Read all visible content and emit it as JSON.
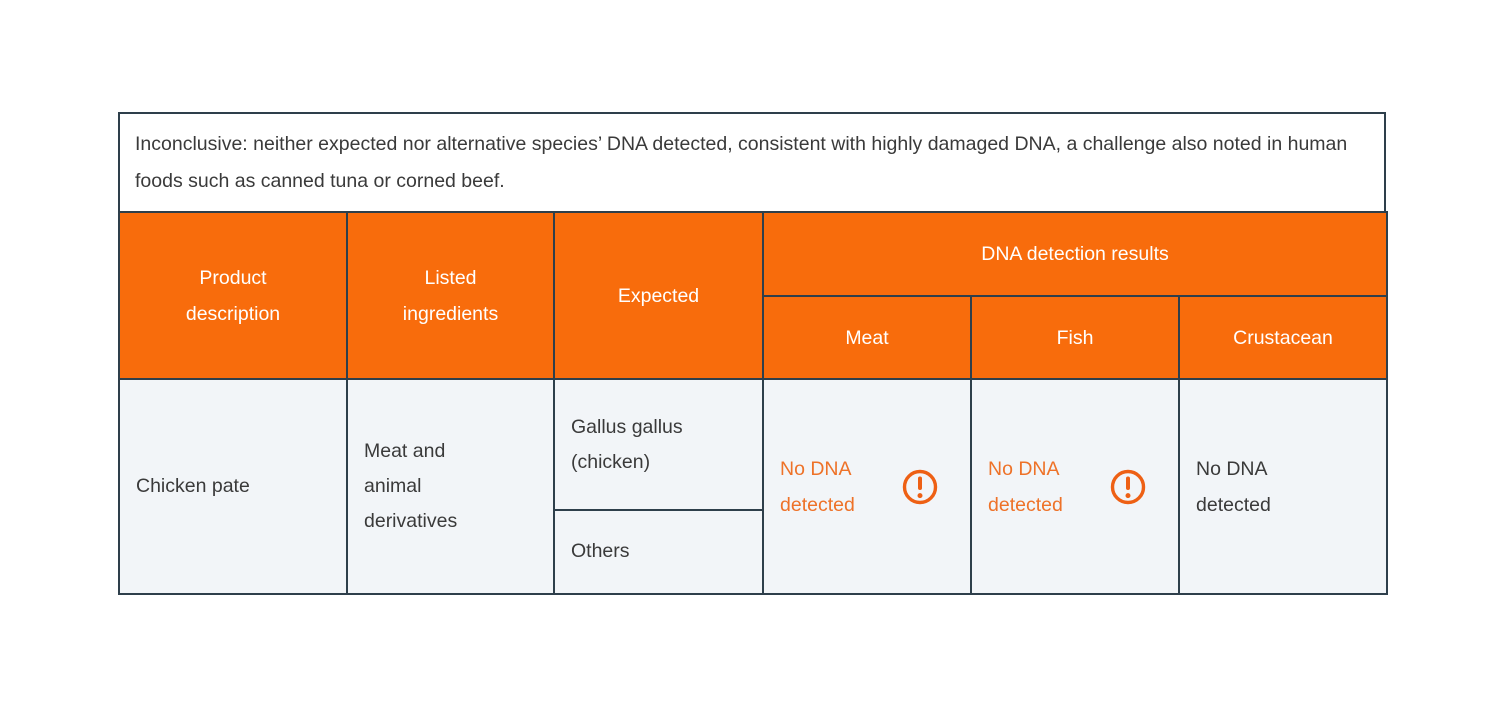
{
  "note": {
    "text": "Inconclusive: neither expected nor alternative species’ DNA detected, consistent with highly damaged DNA, a challenge also noted in human foods such as canned tuna or corned beef."
  },
  "table": {
    "headers": {
      "product_description": "Product description",
      "listed_ingredients": "Listed ingredients",
      "expected": "Expected",
      "dna_detection_results": "DNA detection results",
      "sub": [
        "Meat",
        "Fish",
        "Crustacean"
      ]
    },
    "row": {
      "product_description": "Chicken pate",
      "listed_ingredients": "Meat and animal derivatives",
      "expected_primary": "Gallus gallus (chicken)",
      "expected_secondary": "Others",
      "results": {
        "meat": {
          "text": "No DNA detected",
          "status": "warning"
        },
        "fish": {
          "text": "No DNA detected",
          "status": "warning"
        },
        "crustacean": {
          "text": "No DNA detected",
          "status": "normal"
        }
      }
    }
  },
  "icons": {
    "warning": "circled-exclamation"
  },
  "colors": {
    "header_orange": "#f86c0c",
    "warning_orange": "#ee7228",
    "border_slate": "#2e3f4b",
    "cell_background": "#f2f5f8",
    "body_text": "#3a3a3a",
    "header_text": "#ffffff"
  }
}
